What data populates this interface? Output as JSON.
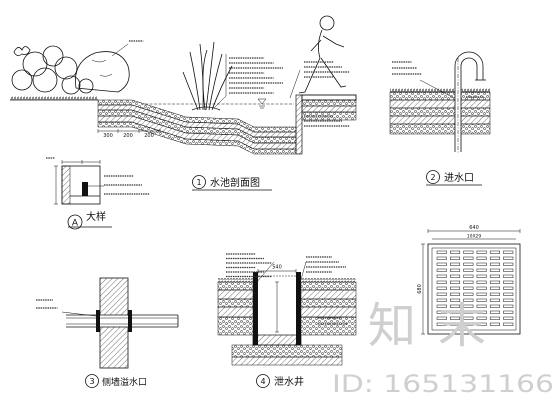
{
  "sheet": {
    "section_pool": {
      "index": "1",
      "title": "水池剖面图",
      "dims": [
        "300",
        "200",
        "200"
      ]
    },
    "detail_inlet": {
      "index": "2",
      "title": "进水口"
    },
    "detail_a": {
      "index": "A",
      "title": "大样"
    },
    "detail_overflow": {
      "index": "3",
      "title": "侧墙溢水口"
    },
    "detail_drain": {
      "index": "4",
      "title": "泄水井",
      "width_dim": "540"
    },
    "grate_plan": {
      "width_dim": "640",
      "slot_dim": "10X29",
      "height_dim": "680"
    }
  },
  "watermark": {
    "brand": "知末",
    "id": "ID: 165131166"
  },
  "colors": {
    "ink": "#111111",
    "watermark": "#cfcfcf",
    "background": "#ffffff"
  }
}
